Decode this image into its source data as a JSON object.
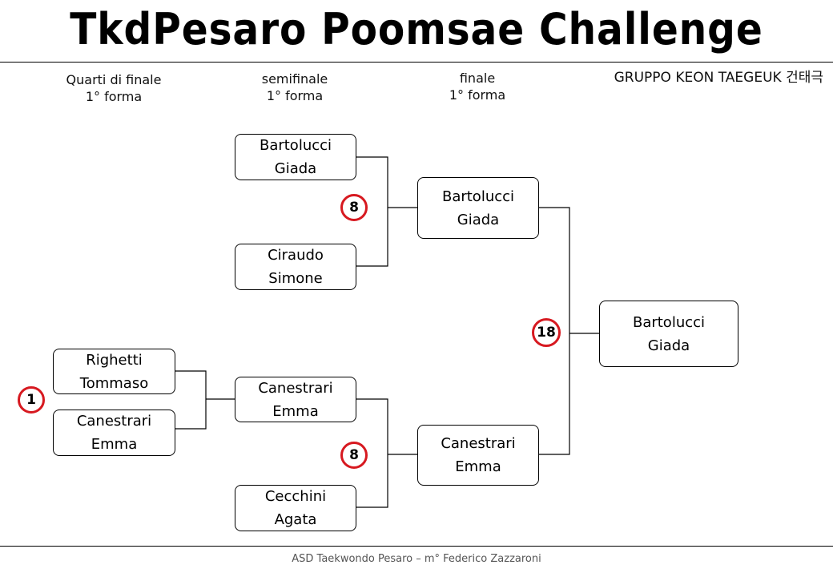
{
  "header": {
    "title": "TkdPesaro Poomsae Challenge",
    "group": "GRUPPO KEON TAEGEUK 건태극"
  },
  "rounds": [
    {
      "name": "Quarti di finale",
      "sub": "1° forma"
    },
    {
      "name": "semifinale",
      "sub": "1° forma"
    },
    {
      "name": "finale",
      "sub": "1° forma"
    }
  ],
  "quarterfinal": {
    "top": {
      "surname": "Righetti",
      "name": "Tommaso"
    },
    "bottom": {
      "surname": "Canestrari",
      "name": "Emma"
    },
    "score": "1"
  },
  "semifinal_1": {
    "top": {
      "surname": "Bartolucci",
      "name": "Giada"
    },
    "bottom": {
      "surname": "Ciraudo",
      "name": "Simone"
    },
    "score": "8"
  },
  "semifinal_2": {
    "top": {
      "surname": "Canestrari",
      "name": "Emma"
    },
    "bottom": {
      "surname": "Cecchini",
      "name": "Agata"
    },
    "score": "8"
  },
  "final": {
    "top": {
      "surname": "Bartolucci",
      "name": "Giada"
    },
    "bottom": {
      "surname": "Canestrari",
      "name": "Emma"
    },
    "score": "18"
  },
  "winner": {
    "surname": "Bartolucci",
    "name": "Giada"
  },
  "footer": "ASD Taekwondo Pesaro – m° Federico Zazzaroni",
  "colors": {
    "score_ring": "#d71920",
    "line": "#000000"
  }
}
